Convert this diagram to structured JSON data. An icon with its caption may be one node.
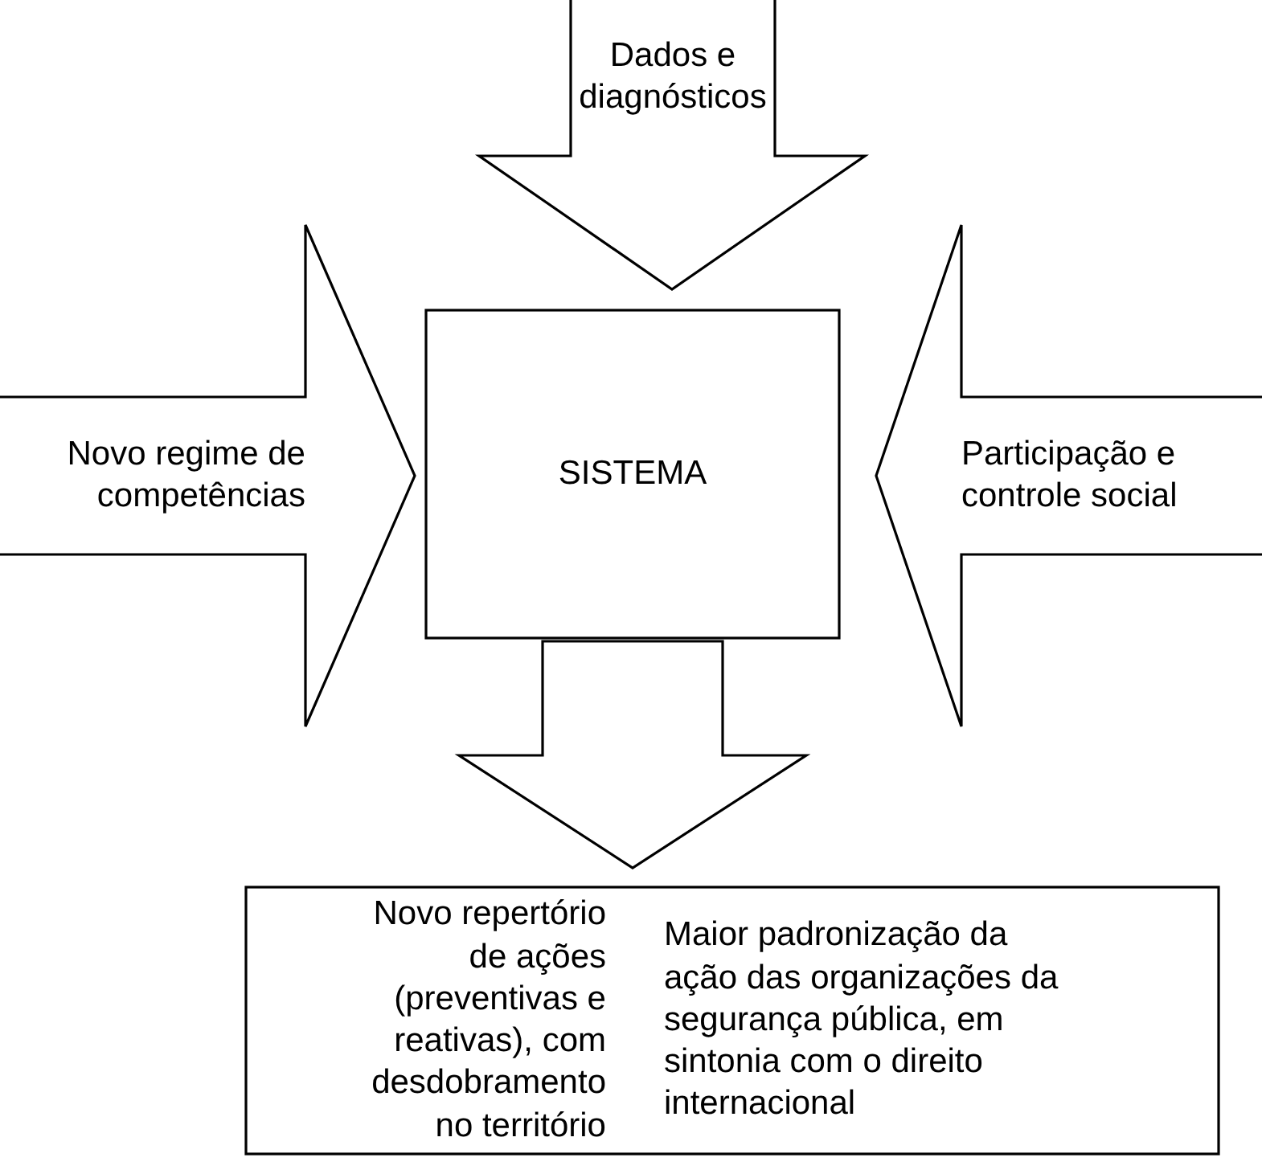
{
  "diagram": {
    "nodes": [
      {
        "text": [
          "Dados e diagnósticos"
        ]
      },
      {
        "text": [
          "Novo regime de competências"
        ]
      },
      {
        "text": [
          "Participação e controle social"
        ]
      },
      {
        "text": [
          "SISTEMA"
        ]
      },
      {
        "text": [
          "Novo repertório de ações (preventivas e reativas), com desdobramento no território",
          "Maior padronização da ação das organizações da segurança pública, em sintonia com o direito internacional"
        ]
      }
    ],
    "edges": [
      {
        "from": 3,
        "to": 4,
        "arrow": "to"
      }
    ]
  }
}
